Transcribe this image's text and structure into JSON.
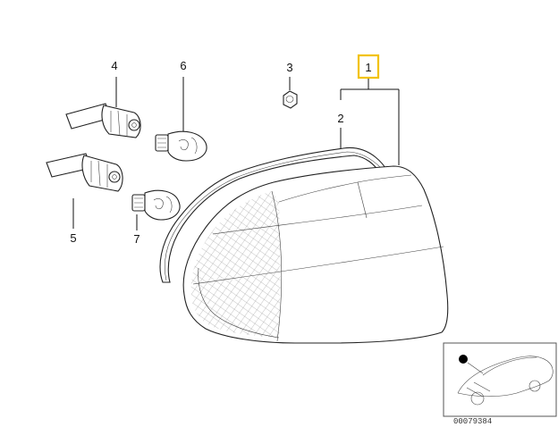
{
  "callouts": {
    "1": "1",
    "2": "2",
    "3": "3",
    "4": "4",
    "5": "5",
    "6": "6",
    "7": "7"
  },
  "highlight_color": "#f2c200",
  "reference_number": "00079384"
}
